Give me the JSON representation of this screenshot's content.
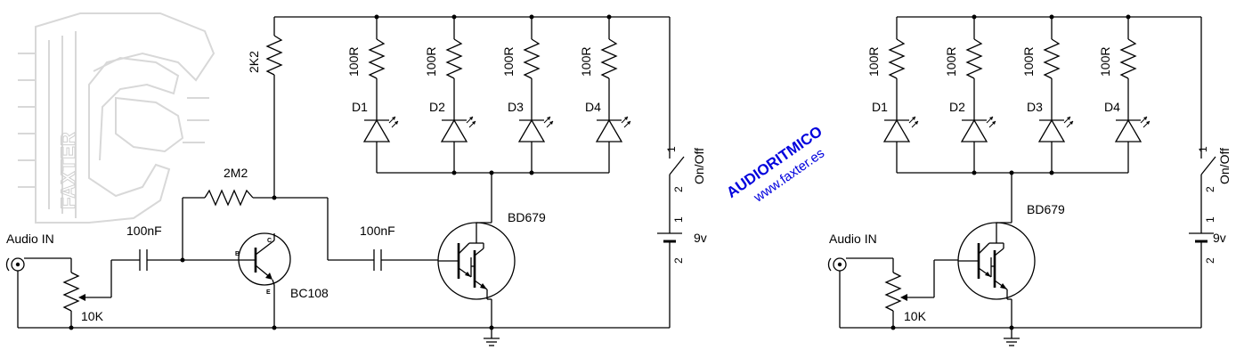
{
  "logo_text": "FAXTER",
  "title": "AUDIORITMICO",
  "website": "www.faxter.es",
  "accent_color": "#0000dd",
  "circuit1": {
    "input_label": "Audio IN",
    "pot_label": "10K",
    "cap1_label": "100nF",
    "cap2_label": "100nF",
    "feedback_res_label": "2M2",
    "collector_res_label": "2K2",
    "t1_label": "BC108",
    "t1_base": "B",
    "t1_collector": "C",
    "t1_emitter": "E",
    "t2_label": "BD679",
    "led_res_label": "100R",
    "leds": [
      "D1",
      "D2",
      "D3",
      "D4"
    ],
    "switch_label": "On/Off",
    "switch_pin1": "1",
    "switch_pin2": "2",
    "battery_label": "9v",
    "battery_pin1": "1",
    "battery_pin2": "2"
  },
  "circuit2": {
    "input_label": "Audio IN",
    "pot_label": "10K",
    "t_label": "BD679",
    "led_res_label": "100R",
    "leds": [
      "D1",
      "D2",
      "D3",
      "D4"
    ],
    "switch_label": "On/Off",
    "switch_pin1": "1",
    "switch_pin2": "2",
    "battery_label": "9v",
    "battery_pin1": "1",
    "battery_pin2": "2"
  }
}
